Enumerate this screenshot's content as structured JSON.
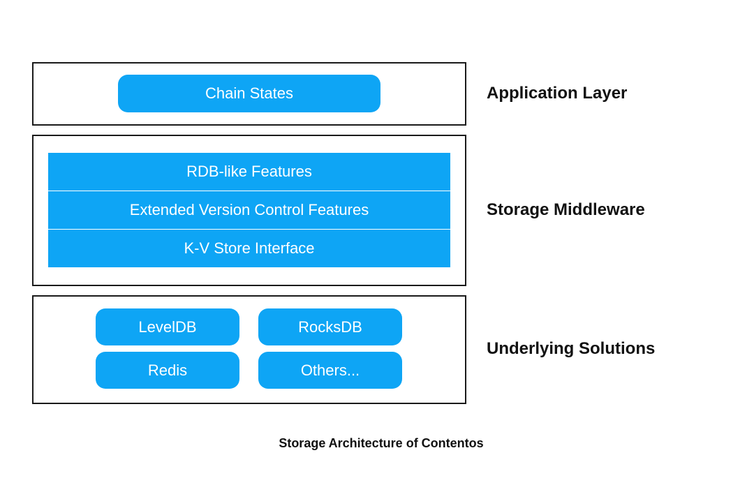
{
  "layers": {
    "application": {
      "side_label": "Application Layer",
      "items": [
        "Chain States"
      ]
    },
    "middleware": {
      "side_label": "Storage Middleware",
      "items": [
        "RDB-like Features",
        "Extended Version Control Features",
        "K-V Store Interface"
      ]
    },
    "underlying": {
      "side_label": "Underlying Solutions",
      "items": [
        "LevelDB",
        "RocksDB",
        "Redis",
        "Others..."
      ]
    }
  },
  "caption": "Storage Architecture of Contentos",
  "colors": {
    "block_fill": "#0ea5f5",
    "block_text": "#ffffff",
    "border": "#1a1a1a"
  }
}
